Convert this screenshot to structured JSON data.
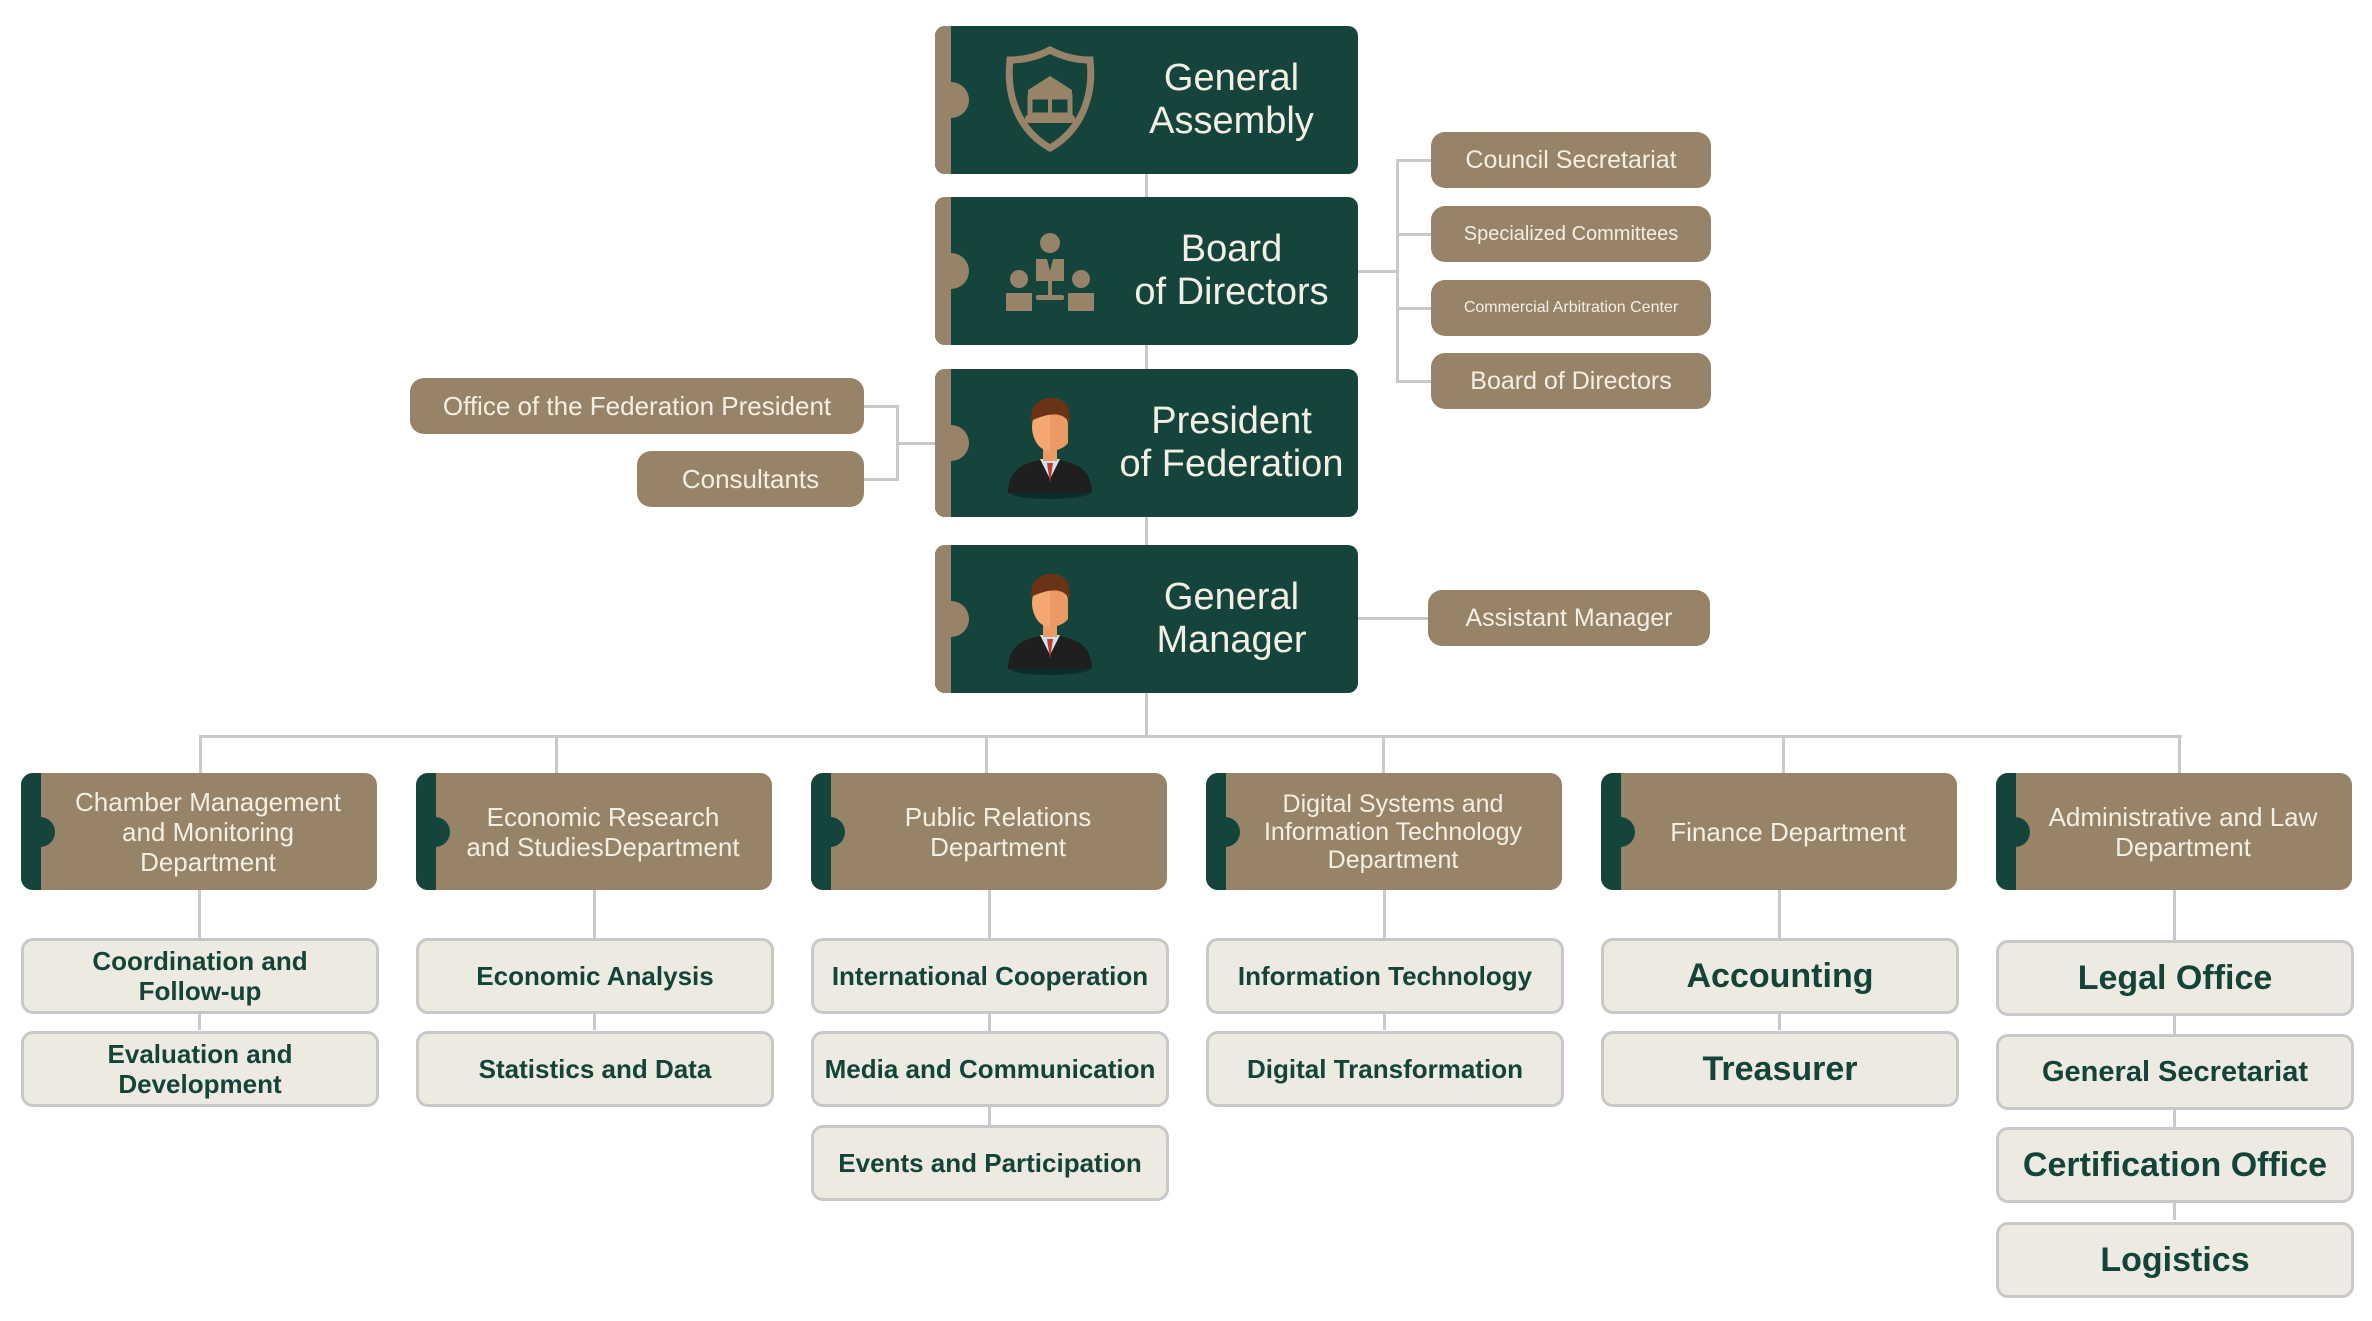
{
  "colors": {
    "executive_bg": "#14443c",
    "accent_tan": "#978367",
    "sub_bg": "#edebe1",
    "sub_text": "#144438",
    "light_text": "#f3efe3",
    "connector": "#c9c9c9"
  },
  "executives": [
    {
      "title": "General\nAssembly",
      "icon": "building-shield-icon"
    },
    {
      "title": "Board\nof Directors",
      "icon": "team-hierarchy-icon"
    },
    {
      "title": "President\nof Federation",
      "icon": "businessman-avatar-icon"
    },
    {
      "title": "General\nManager",
      "icon": "businessman-avatar-icon"
    }
  ],
  "board_units": [
    "Council Secretariat",
    "Specialized Committees",
    "Commercial Arbitration Center",
    "Board of Directors"
  ],
  "president_units": [
    "Office of the Federation President",
    "Consultants"
  ],
  "manager_units": [
    "Assistant Manager"
  ],
  "departments": [
    {
      "title": "Chamber Management\nand Monitoring\nDepartment",
      "units": [
        "Coordination and\nFollow-up",
        "Evaluation and\nDevelopment"
      ]
    },
    {
      "title": "Economic Research\nand StudiesDepartment",
      "units": [
        "Economic Analysis",
        "Statistics and Data"
      ]
    },
    {
      "title": "Public Relations\nDepartment",
      "units": [
        "International Cooperation",
        "Media and Communication",
        "Events and Participation"
      ]
    },
    {
      "title": "Digital Systems and\nInformation Technology\nDepartment",
      "units": [
        "Information Technology",
        "Digital Transformation"
      ]
    },
    {
      "title": "Finance Department",
      "units": [
        "Accounting",
        "Treasurer"
      ]
    },
    {
      "title": "Administrative and Law\nDepartment",
      "units": [
        "Legal Office",
        "General Secretariat",
        "Certification Office",
        "Logistics"
      ]
    }
  ]
}
